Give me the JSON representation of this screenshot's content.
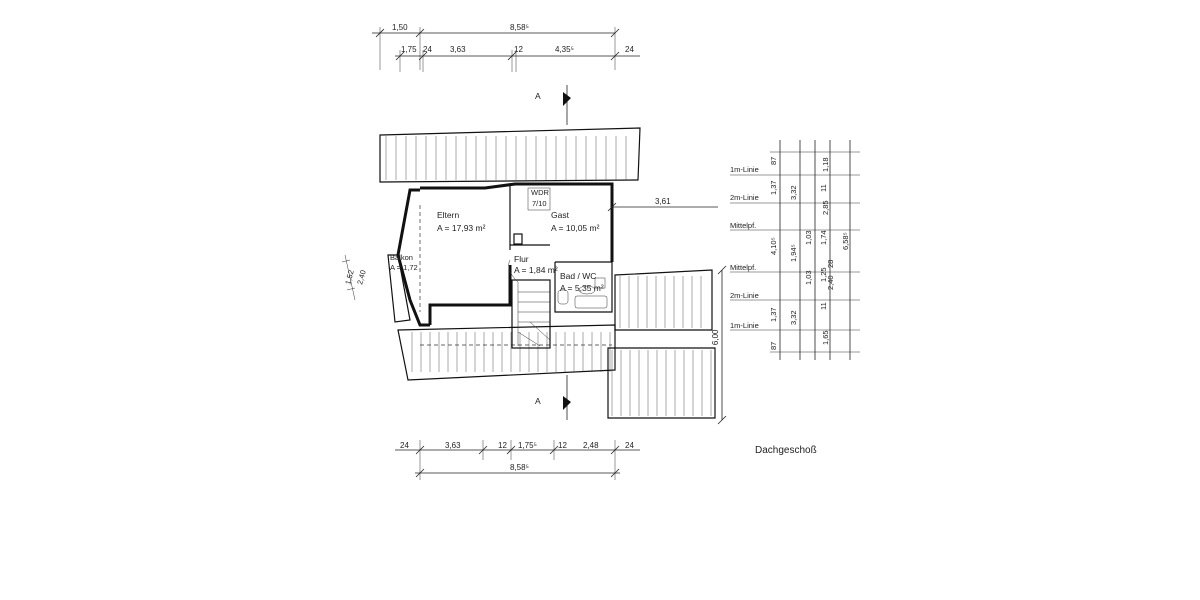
{
  "title": "Dachgeschoß",
  "section_marker": "A",
  "top_dimensions": {
    "row1": [
      "1,50",
      "8,58⁵"
    ],
    "row2": [
      "1,75",
      "24",
      "3,63",
      "12",
      "4,35⁵",
      "24"
    ]
  },
  "bottom_dimensions": {
    "row1": [
      "24",
      "3,63",
      "12",
      "1,75⁵",
      "12",
      "2,48",
      "24"
    ],
    "row2": [
      "8,58⁵"
    ]
  },
  "rooms": {
    "eltern": {
      "name": "Eltern",
      "area": "A = 17,93 m²"
    },
    "gast": {
      "name": "Gast",
      "area": "A = 10,05 m²"
    },
    "flur": {
      "name": "Flur",
      "area": "A = 1,84 m²"
    },
    "bad": {
      "name": "Bad / WC",
      "area": "A = 5,35 m²"
    },
    "balkon": {
      "name": "Balkon",
      "area": "A = 1,72"
    }
  },
  "labels": {
    "wdr": "WDR",
    "wdr_value": "7/10",
    "dim_361": "3,61",
    "dim_600": "~ 6,00",
    "side_dims": [
      "1,52",
      "2,40"
    ]
  },
  "levels": [
    "1m-Linie",
    "2m-Linie",
    "Mittelpf.",
    "Mittelpf.",
    "2m-Linie",
    "1m-Linie"
  ],
  "level_dims": {
    "col1": [
      "87",
      "1,37",
      "4,10⁵",
      "1,37",
      "87"
    ],
    "col2": [
      "3,32",
      "1,94⁵",
      "3,32"
    ],
    "col3": [
      "1,03",
      "1,03"
    ],
    "col4": [
      "1,74",
      "1,25"
    ],
    "col5": [
      "1,18",
      "2,85",
      "28",
      "2,40",
      "1,65"
    ],
    "col6": [
      "6,58⁵"
    ],
    "small": [
      "11",
      "11"
    ]
  }
}
